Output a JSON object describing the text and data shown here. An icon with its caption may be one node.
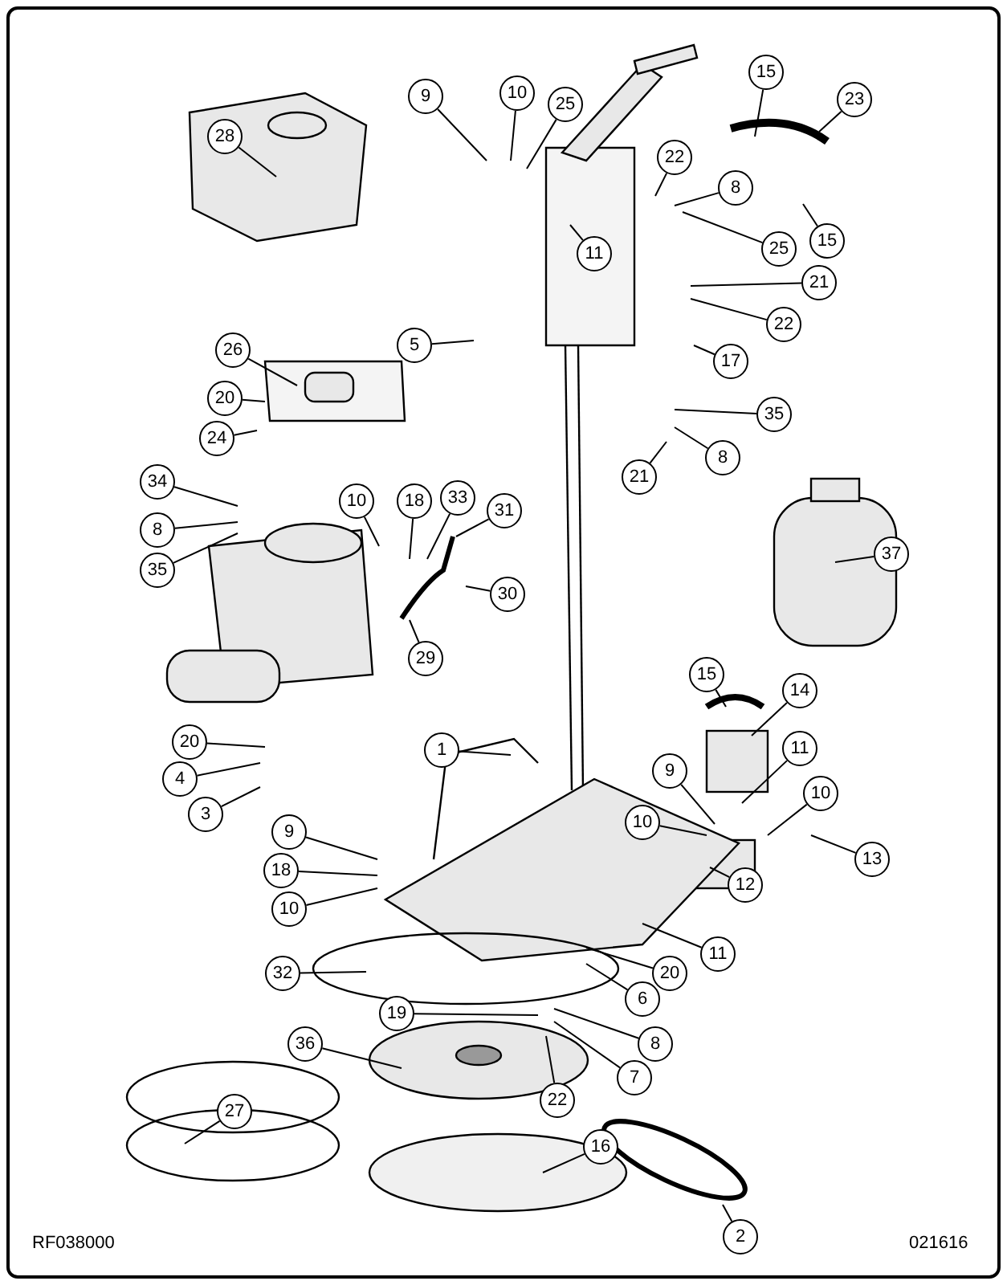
{
  "diagram": {
    "nodes": [
      {
        "text": [
          "15"
        ]
      },
      {
        "text": [
          "9"
        ]
      },
      {
        "text": [
          "10"
        ]
      },
      {
        "text": [
          "25"
        ]
      },
      {
        "text": [
          "23"
        ]
      },
      {
        "text": [
          "28"
        ]
      },
      {
        "text": [
          "22"
        ]
      },
      {
        "text": [
          "8"
        ]
      },
      {
        "text": [
          "15"
        ]
      },
      {
        "text": [
          "11"
        ]
      },
      {
        "text": [
          "25"
        ]
      },
      {
        "text": [
          "21"
        ]
      },
      {
        "text": [
          "22"
        ]
      },
      {
        "text": [
          "5"
        ]
      },
      {
        "text": [
          "26"
        ]
      },
      {
        "text": [
          "17"
        ]
      },
      {
        "text": [
          "20"
        ]
      },
      {
        "text": [
          "35"
        ]
      },
      {
        "text": [
          "24"
        ]
      },
      {
        "text": [
          "8"
        ]
      },
      {
        "text": [
          "21"
        ]
      },
      {
        "text": [
          "34"
        ]
      },
      {
        "text": [
          "10"
        ]
      },
      {
        "text": [
          "18"
        ]
      },
      {
        "text": [
          "33"
        ]
      },
      {
        "text": [
          "31"
        ]
      },
      {
        "text": [
          "8"
        ]
      },
      {
        "text": [
          "37"
        ]
      },
      {
        "text": [
          "35"
        ]
      },
      {
        "text": [
          "30"
        ]
      },
      {
        "text": [
          "29"
        ]
      },
      {
        "text": [
          "15"
        ]
      },
      {
        "text": [
          "14"
        ]
      },
      {
        "text": [
          "20"
        ]
      },
      {
        "text": [
          "1"
        ]
      },
      {
        "text": [
          "11"
        ]
      },
      {
        "text": [
          "9"
        ]
      },
      {
        "text": [
          "4"
        ]
      },
      {
        "text": [
          "10"
        ]
      },
      {
        "text": [
          "10"
        ]
      },
      {
        "text": [
          "3"
        ]
      },
      {
        "text": [
          "9"
        ]
      },
      {
        "text": [
          "13"
        ]
      },
      {
        "text": [
          "18"
        ]
      },
      {
        "text": [
          "12"
        ]
      },
      {
        "text": [
          "10"
        ]
      },
      {
        "text": [
          "11"
        ]
      },
      {
        "text": [
          "32"
        ]
      },
      {
        "text": [
          "20"
        ]
      },
      {
        "text": [
          "6"
        ]
      },
      {
        "text": [
          "19"
        ]
      },
      {
        "text": [
          "8"
        ]
      },
      {
        "text": [
          "36"
        ]
      },
      {
        "text": [
          "7"
        ]
      },
      {
        "text": [
          "22"
        ]
      },
      {
        "text": [
          "27"
        ]
      },
      {
        "text": [
          "16"
        ]
      },
      {
        "text": [
          "2"
        ]
      }
    ],
    "edges": [
      {
        "from": 0,
        "to": null,
        "arrow": "none"
      },
      {
        "from": 1,
        "to": null,
        "arrow": "none"
      },
      {
        "from": 2,
        "to": null,
        "arrow": "none"
      },
      {
        "from": 3,
        "to": null,
        "arrow": "none"
      },
      {
        "from": 4,
        "to": null,
        "arrow": "none"
      },
      {
        "from": 5,
        "to": null,
        "arrow": "none"
      },
      {
        "from": 6,
        "to": null,
        "arrow": "none"
      },
      {
        "from": 7,
        "to": null,
        "arrow": "none"
      },
      {
        "from": 8,
        "to": null,
        "arrow": "none"
      },
      {
        "from": 9,
        "to": null,
        "arrow": "none"
      },
      {
        "from": 10,
        "to": null,
        "arrow": "none"
      },
      {
        "from": 11,
        "to": null,
        "arrow": "none"
      },
      {
        "from": 12,
        "to": null,
        "arrow": "none"
      },
      {
        "from": 13,
        "to": null,
        "arrow": "none"
      },
      {
        "from": 14,
        "to": null,
        "arrow": "none"
      },
      {
        "from": 15,
        "to": null,
        "arrow": "none"
      },
      {
        "from": 16,
        "to": null,
        "arrow": "none"
      },
      {
        "from": 17,
        "to": null,
        "arrow": "none"
      },
      {
        "from": 18,
        "to": null,
        "arrow": "none"
      },
      {
        "from": 19,
        "to": null,
        "arrow": "none"
      },
      {
        "from": 20,
        "to": null,
        "arrow": "none"
      },
      {
        "from": 21,
        "to": null,
        "arrow": "none"
      },
      {
        "from": 22,
        "to": null,
        "arrow": "none"
      },
      {
        "from": 23,
        "to": null,
        "arrow": "none"
      },
      {
        "from": 24,
        "to": null,
        "arrow": "none"
      },
      {
        "from": 25,
        "to": null,
        "arrow": "none"
      },
      {
        "from": 26,
        "to": null,
        "arrow": "none"
      },
      {
        "from": 27,
        "to": null,
        "arrow": "none"
      },
      {
        "from": 28,
        "to": null,
        "arrow": "none"
      },
      {
        "from": 29,
        "to": null,
        "arrow": "none"
      },
      {
        "from": 30,
        "to": null,
        "arrow": "none"
      },
      {
        "from": 31,
        "to": null,
        "arrow": "none"
      },
      {
        "from": 32,
        "to": null,
        "arrow": "none"
      },
      {
        "from": 33,
        "to": null,
        "arrow": "none"
      },
      {
        "from": 34,
        "to": null,
        "arrow": "none"
      },
      {
        "from": 35,
        "to": null,
        "arrow": "none"
      },
      {
        "from": 36,
        "to": null,
        "arrow": "none"
      },
      {
        "from": 37,
        "to": null,
        "arrow": "none"
      },
      {
        "from": 38,
        "to": null,
        "arrow": "none"
      },
      {
        "from": 39,
        "to": null,
        "arrow": "none"
      },
      {
        "from": 40,
        "to": null,
        "arrow": "none"
      },
      {
        "from": 41,
        "to": null,
        "arrow": "none"
      },
      {
        "from": 42,
        "to": null,
        "arrow": "none"
      },
      {
        "from": 43,
        "to": null,
        "arrow": "none"
      },
      {
        "from": 44,
        "to": null,
        "arrow": "none"
      },
      {
        "from": 45,
        "to": null,
        "arrow": "none"
      },
      {
        "from": 46,
        "to": null,
        "arrow": "none"
      },
      {
        "from": 47,
        "to": null,
        "arrow": "none"
      },
      {
        "from": 48,
        "to": null,
        "arrow": "none"
      },
      {
        "from": 49,
        "to": null,
        "arrow": "none"
      },
      {
        "from": 50,
        "to": null,
        "arrow": "none"
      },
      {
        "from": 51,
        "to": null,
        "arrow": "none"
      },
      {
        "from": 52,
        "to": null,
        "arrow": "none"
      },
      {
        "from": 53,
        "to": null,
        "arrow": "none"
      },
      {
        "from": 54,
        "to": null,
        "arrow": "none"
      },
      {
        "from": 55,
        "to": null,
        "arrow": "none"
      },
      {
        "from": 56,
        "to": null,
        "arrow": "none"
      },
      {
        "from": 57,
        "to": null,
        "arrow": "none"
      }
    ],
    "labels": [
      "RF038000",
      "021616"
    ]
  }
}
